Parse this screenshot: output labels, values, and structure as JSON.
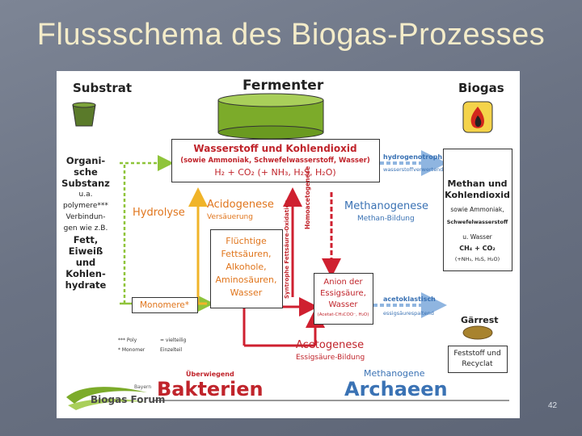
{
  "slide": {
    "title": "Flussschema des Biogas-Prozesses",
    "page_number": "42"
  },
  "headers": {
    "substrat": "Substrat",
    "fermenter": "Fermenter",
    "biogas": "Biogas"
  },
  "substrate": {
    "line1": "Organi-",
    "line2": "sche",
    "line3": "Substanz",
    "line4": "u.a.",
    "line5": "polymere***",
    "line6": "Verbindun-",
    "line7": "gen wie z.B.",
    "line8": "Fett,",
    "line9": "Eiweiß",
    "line10": "und",
    "line11": "Kohlen-",
    "line12": "hydrate"
  },
  "top_box": {
    "title": "Wasserstoff und Kohlendioxid",
    "subtitle": "(sowie Ammoniak, Schwefelwasserstoff, Wasser)",
    "formula": "H₂ + CO₂ (+ NH₃, H₂S, H₂O)"
  },
  "labels": {
    "hydrolyse": "Hydrolyse",
    "acidogenese": "Acidogenese",
    "versaeuerung": "Versäuerung",
    "methanogenese": "Methanogenese",
    "methan_bildung": "Methan-Bildung",
    "homoacetogenese": "Homoacetogenese",
    "syntrophe": "Syntrophe Fettsäure-Oxidation",
    "hydrogenotroph": "hydrogenotroph",
    "hydrogenotroph_sub": "wasserstoffverwertend",
    "acetoklastisch": "acetoklastisch",
    "acetoklastisch_sub": "essigsäurespaltend",
    "acetogenese": "Acetogenese",
    "essigsaeure_bildung": "Essigsäure-Bildung",
    "methanogene": "Methanogene",
    "ueberwiegend": "Überwiegend"
  },
  "fluechtige": {
    "line1": "Flüchtige",
    "line2": "Fettsäuren,",
    "line3": "Alkohole,",
    "line4": "Aminosäuren,",
    "line5": "Wasser"
  },
  "anion": {
    "line1": "Anion der",
    "line2": "Essigsäure,",
    "line3": "Wasser",
    "line4": "(Acetat-CH₃COO⁻, H₂O)"
  },
  "monomere": "Monomere*",
  "footnotes": {
    "poly_key": "*** Poly",
    "poly_val": "= vielteilig",
    "mono_key": "* Monomer",
    "mono_val": "Einzelteil"
  },
  "methan_box": {
    "line1": "Methan und",
    "line2": "Kohlendioxid",
    "line3": "sowie Ammoniak,",
    "line4": "Schwefelwasserstoff",
    "line5": "u. Wasser",
    "line6": "CH₄ + CO₂",
    "line7": "(+NH₃, H₂S, H₂O)"
  },
  "gaerrest": {
    "title": "Gärrest",
    "line1": "Feststoff und",
    "line2": "Recyclat"
  },
  "bottom": {
    "bakterien": "Bakterien",
    "archaeen": "Archaeen"
  },
  "logo": {
    "bayern": "Bayern",
    "name": "Biogas Forum"
  },
  "colors": {
    "green_arrow": "#8fc43a",
    "orange_arrow": "#f0b429",
    "red_arrow": "#cf2030",
    "blue_arrow": "#8fb5e0",
    "box_border": "#333333"
  }
}
